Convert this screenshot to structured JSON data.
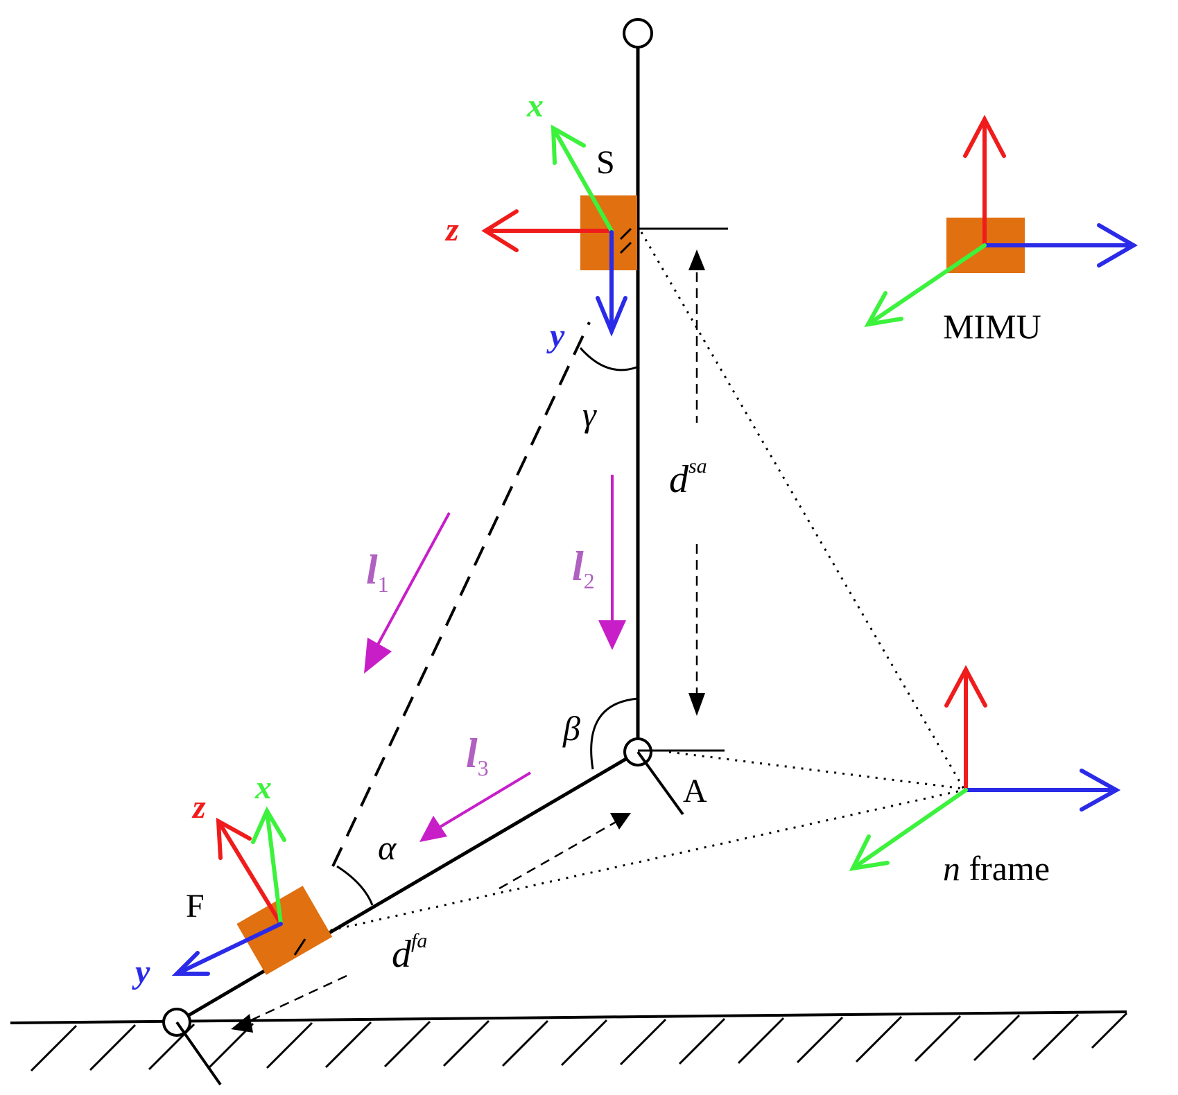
{
  "labels": {
    "point_s": "S",
    "point_a": "A",
    "point_f": "F",
    "gamma": "γ",
    "beta": "β",
    "alpha": "α",
    "d_sa_main": "d",
    "d_sa_sup": "sa",
    "d_fa_main": "d",
    "d_fa_sup": "fa",
    "l1_main": "l",
    "l1_sub": "1",
    "l2_main": "l",
    "l2_sub": "2",
    "l3_main": "l",
    "l3_sub": "3",
    "mimu": "MIMU",
    "n_frame_n": "n",
    "n_frame_word": " frame"
  },
  "axis_labels": {
    "shank_x": "x",
    "shank_y": "y",
    "shank_z": "z",
    "foot_x": "x",
    "foot_y": "y",
    "foot_z": "z"
  },
  "colors": {
    "x_axis": "#3cf23c",
    "y_axis": "#2a2ae8",
    "z_axis": "#f01c1c",
    "vector": "#c81ec8",
    "vector_label": "#b060c0",
    "sensor": "#e07010",
    "line": "#000000"
  }
}
